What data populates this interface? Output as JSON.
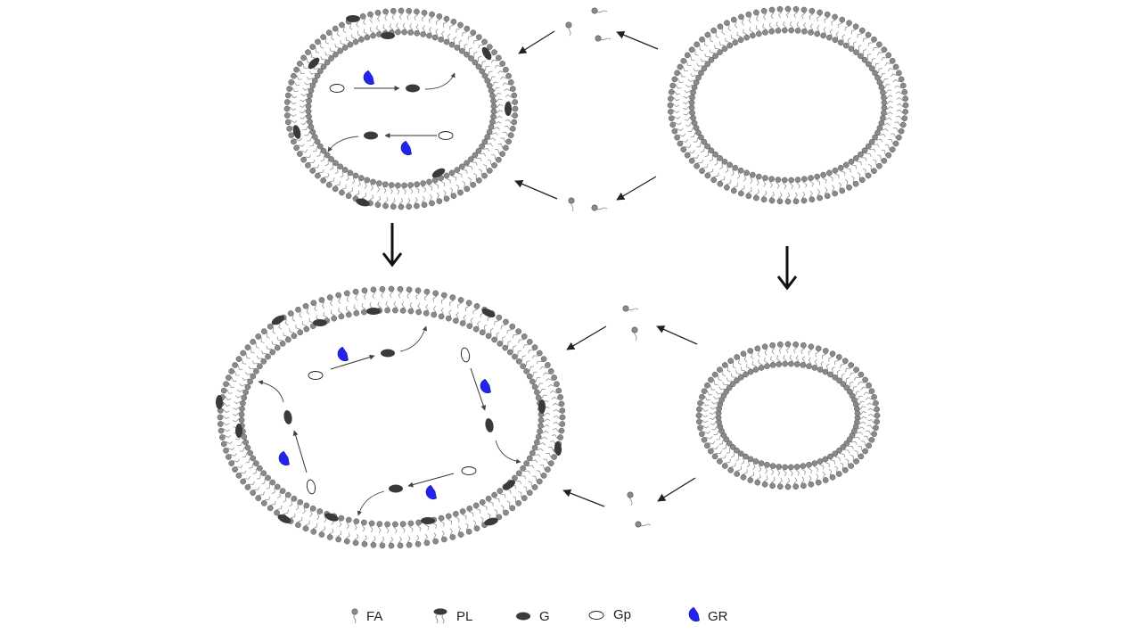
{
  "colors": {
    "head": "#8a8a8a",
    "head_stroke": "#555555",
    "tail": "#8c8c8c",
    "pl": "#3a3a3a",
    "g": "#3a3a3a",
    "gr": "#2323f0",
    "arrow": "#222222"
  },
  "legend": {
    "fa": "FA",
    "pl": "PL",
    "g": "G",
    "gp": "Gp",
    "gr": "GR"
  },
  "icons": {
    "fa": "fatty-acid-icon",
    "pl": "phospholipid-icon",
    "g": "glycerol-icon",
    "gp": "glycerol-phosphate-icon",
    "gr": "glycerol-reductase-icon"
  }
}
